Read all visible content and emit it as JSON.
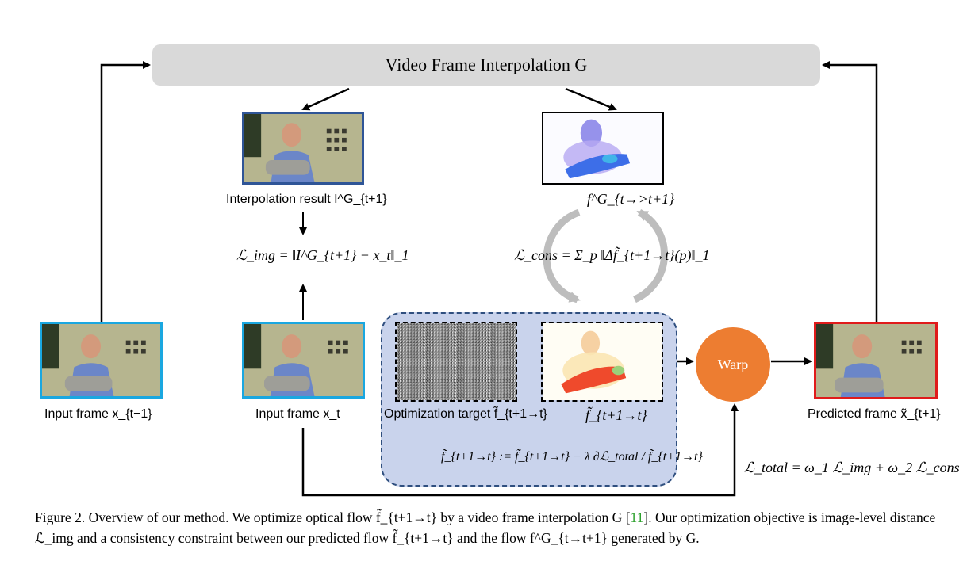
{
  "vfi": {
    "label": "Video Frame Interpolation G"
  },
  "frames": {
    "input_prev": {
      "label": "Input frame x_{t−1}"
    },
    "input_cur": {
      "label": "Input frame x_t"
    },
    "interp": {
      "label": "Interpolation result I^G_{t+1}"
    },
    "flow_g": {
      "label": "f^G_{t→>t+1}"
    },
    "predicted": {
      "label": "Predicted frame x̃_{t+1}"
    }
  },
  "optimization": {
    "target_label": "Optimization target f̃_{t+1→t}",
    "flow_label": "f̃_{t+1→t}",
    "update_rule": "f̃_{t+1→t} := f̃_{t+1→t} − λ ∂ℒ_total / f̃_{t+1→t}"
  },
  "losses": {
    "img": "ℒ_img = ‖I^G_{t+1} − x_t‖_1",
    "cons": "ℒ_cons = Σ_p ‖Δf̃_{t+1→t}(p)‖_1",
    "total": "ℒ_total = ω_1 ℒ_img + ω_2 ℒ_cons"
  },
  "warp": {
    "label": "Warp"
  },
  "caption": {
    "prefix": "Figure 2. Overview of our method. We optimize optical flow f̃_{t+1→t} by a video frame interpolation G [",
    "ref": "11",
    "suffix": "]. Our optimization objective is image-level distance ℒ_img and a consistency constraint between our predicted flow f̃_{t+1→t} and the flow f^G_{t→t+1} generated by G."
  },
  "colors": {
    "input_border": "#1aa7e0",
    "interp_border": "#2f5597",
    "predicted_border": "#e01b1b",
    "warp_fill": "#ed7d31",
    "panel_fill": "#c9d3ec",
    "vfi_fill": "#d9d9d9"
  }
}
